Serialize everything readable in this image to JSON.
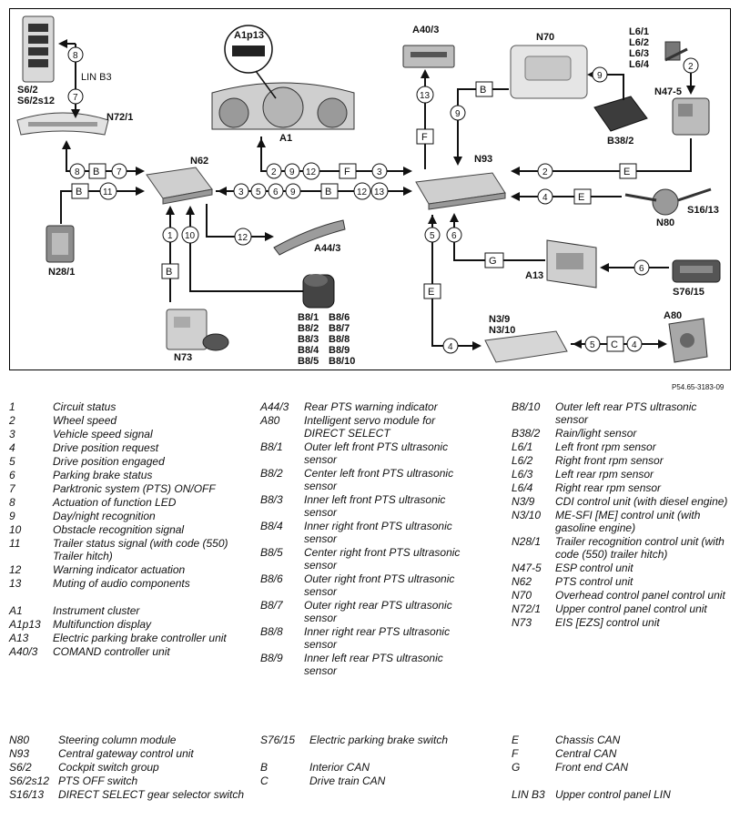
{
  "figure_ref": "P54.65-3183-09",
  "components": {
    "S6_2": "S6/2",
    "S6_2s12": "S6/2s12",
    "lin": "LIN B3",
    "N72_1": "N72/1",
    "N28_1": "N28/1",
    "N62": "N62",
    "N73": "N73",
    "A1p13": "A1p13",
    "A1": "A1",
    "A44_3": "A44/3",
    "A40_3": "A40/3",
    "N70": "N70",
    "L6_1": "L6/1",
    "L6_2": "L6/2",
    "L6_3": "L6/3",
    "L6_4": "L6/4",
    "N47_5": "N47-5",
    "B38_2": "B38/2",
    "N93": "N93",
    "N80": "N80",
    "S16_13": "S16/13",
    "A13": "A13",
    "S76_15": "S76/15",
    "N3_9": "N3/9",
    "N3_10": "N3/10",
    "A80": "A80",
    "sensors_left": [
      "B8/1",
      "B8/2",
      "B8/3",
      "B8/4",
      "B8/5"
    ],
    "sensors_right": [
      "B8/6",
      "B8/7",
      "B8/8",
      "B8/9",
      "B8/10"
    ]
  },
  "bus_boxes": {
    "B": "B",
    "E": "E",
    "F": "F",
    "G": "G",
    "C": "C"
  },
  "signal_numbers": {
    "n1": "1",
    "n2": "2",
    "n3": "3",
    "n4": "4",
    "n5": "5",
    "n6": "6",
    "n7": "7",
    "n8": "8",
    "n9": "9",
    "n10": "10",
    "n11": "11",
    "n12": "12",
    "n13": "13"
  },
  "legend_col1": [
    [
      "1",
      "Circuit status"
    ],
    [
      "2",
      "Wheel speed"
    ],
    [
      "3",
      "Vehicle speed signal"
    ],
    [
      "4",
      "Drive position request"
    ],
    [
      "5",
      "Drive position engaged"
    ],
    [
      "6",
      "Parking brake status"
    ],
    [
      "7",
      "Parktronic system (PTS) ON/OFF"
    ],
    [
      "8",
      "Actuation of function LED"
    ],
    [
      "9",
      "Day/night recognition"
    ],
    [
      "10",
      "Obstacle recognition signal"
    ],
    [
      "11",
      "Trailer status signal (with code (550) Trailer hitch)"
    ],
    [
      "12",
      "Warning indicator actuation"
    ],
    [
      "13",
      "Muting of audio components"
    ],
    [
      "",
      ""
    ],
    [
      "A1",
      "Instrument cluster"
    ],
    [
      "A1p13",
      "Multifunction display"
    ],
    [
      "A13",
      "Electric parking brake controller unit"
    ],
    [
      "A40/3",
      "COMAND controller unit"
    ]
  ],
  "legend_col2": [
    [
      "A44/3",
      "Rear PTS warning indicator"
    ],
    [
      "A80",
      "Intelligent servo module for DIRECT SELECT"
    ],
    [
      "B8/1",
      "Outer left front PTS ultrasonic sensor"
    ],
    [
      "B8/2",
      "Center left front PTS ultrasonic sensor"
    ],
    [
      "B8/3",
      "Inner left front PTS ultrasonic sensor"
    ],
    [
      "B8/4",
      "Inner right front PTS ultrasonic sensor"
    ],
    [
      "B8/5",
      "Center right front PTS ultrasonic sensor"
    ],
    [
      "B8/6",
      "Outer right front PTS ultrasonic sensor"
    ],
    [
      "B8/7",
      "Outer right rear PTS ultrasonic sensor"
    ],
    [
      "B8/8",
      "Inner right rear PTS ultrasonic sensor"
    ],
    [
      "B8/9",
      "Inner left rear PTS ultrasonic sensor"
    ]
  ],
  "legend_col3": [
    [
      "B8/10",
      "Outer left rear PTS ultrasonic sensor"
    ],
    [
      "B38/2",
      "Rain/light sensor"
    ],
    [
      "L6/1",
      "Left front rpm sensor"
    ],
    [
      "L6/2",
      "Right front rpm sensor"
    ],
    [
      "L6/3",
      "Left rear rpm sensor"
    ],
    [
      "L6/4",
      "Right rear rpm sensor"
    ],
    [
      "N3/9",
      "CDI control unit (with diesel engine)"
    ],
    [
      "N3/10",
      "ME-SFI [ME] control unit (with gasoline engine)"
    ],
    [
      "N28/1",
      "Trailer recognition control unit (with code (550) trailer hitch)"
    ],
    [
      "N47-5",
      "ESP control unit"
    ],
    [
      "N62",
      "PTS control unit"
    ],
    [
      "N70",
      "Overhead control panel control unit"
    ],
    [
      "N72/1",
      "Upper control panel control unit"
    ],
    [
      "N73",
      "EIS [EZS] control unit"
    ]
  ],
  "legend_bottom1": [
    [
      "N80",
      "Steering column module"
    ],
    [
      "N93",
      "Central gateway control unit"
    ],
    [
      "S6/2",
      "Cockpit switch group"
    ],
    [
      "S6/2s12",
      "PTS OFF switch"
    ],
    [
      "S16/13",
      "DIRECT SELECT gear selector switch"
    ]
  ],
  "legend_bottom2": [
    [
      "S76/15",
      "Electric parking brake switch"
    ],
    [
      "",
      ""
    ],
    [
      "B",
      "Interior CAN"
    ],
    [
      "C",
      "Drive train CAN"
    ]
  ],
  "legend_bottom3": [
    [
      "E",
      "Chassis CAN"
    ],
    [
      "F",
      "Central CAN"
    ],
    [
      "G",
      "Front end CAN"
    ],
    [
      "",
      ""
    ],
    [
      "LIN B3",
      "Upper control panel LIN"
    ]
  ]
}
